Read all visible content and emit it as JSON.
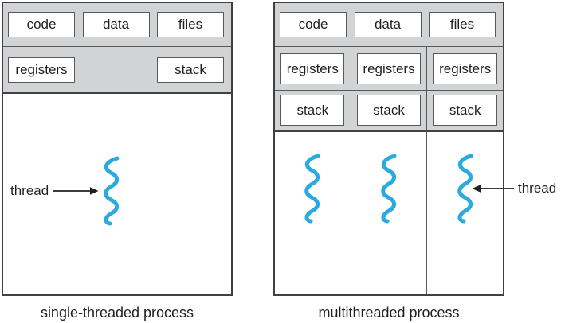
{
  "left": {
    "caption": "single-threaded process",
    "code": "code",
    "data": "data",
    "files": "files",
    "registers": "registers",
    "stack": "stack",
    "thread_label": "thread"
  },
  "right": {
    "caption": "multithreaded process",
    "code": "code",
    "data": "data",
    "files": "files",
    "columns": [
      {
        "registers": "registers",
        "stack": "stack"
      },
      {
        "registers": "registers",
        "stack": "stack"
      },
      {
        "registers": "registers",
        "stack": "stack"
      }
    ],
    "thread_label": "thread"
  },
  "icons": {
    "thread_squiggle": "thread-squiggle-icon",
    "arrow_right": "arrow-right-icon",
    "arrow_left": "arrow-left-icon"
  },
  "colors": {
    "panel_gray": "#d2d3d4",
    "line_dark": "#414042",
    "line_mid": "#58595b",
    "thread_blue": "#29abe2",
    "text_color": "#231f20"
  }
}
